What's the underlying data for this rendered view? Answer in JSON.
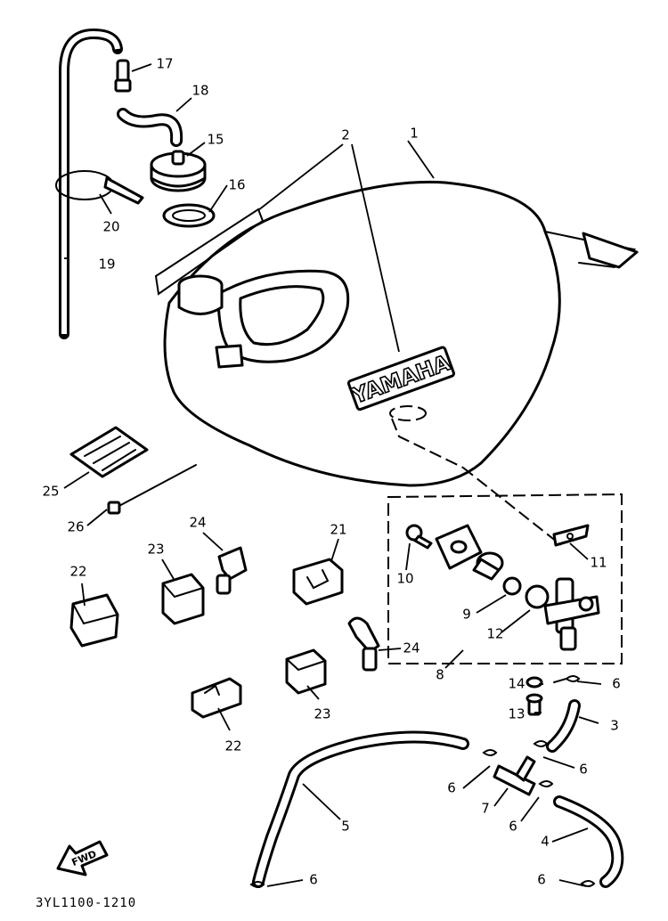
{
  "drawing_code": "3YL1100-1210",
  "tank_logo_text": "YAMAHA",
  "direction_label": "FWD",
  "callouts": [
    "1",
    "2",
    "3",
    "4",
    "5",
    "6",
    "6",
    "6",
    "6",
    "6",
    "6",
    "7",
    "8",
    "9",
    "10",
    "11",
    "12",
    "13",
    "14",
    "15",
    "16",
    "17",
    "18",
    "19",
    "20",
    "21",
    "22",
    "22",
    "23",
    "23",
    "24",
    "24",
    "25",
    "26"
  ]
}
